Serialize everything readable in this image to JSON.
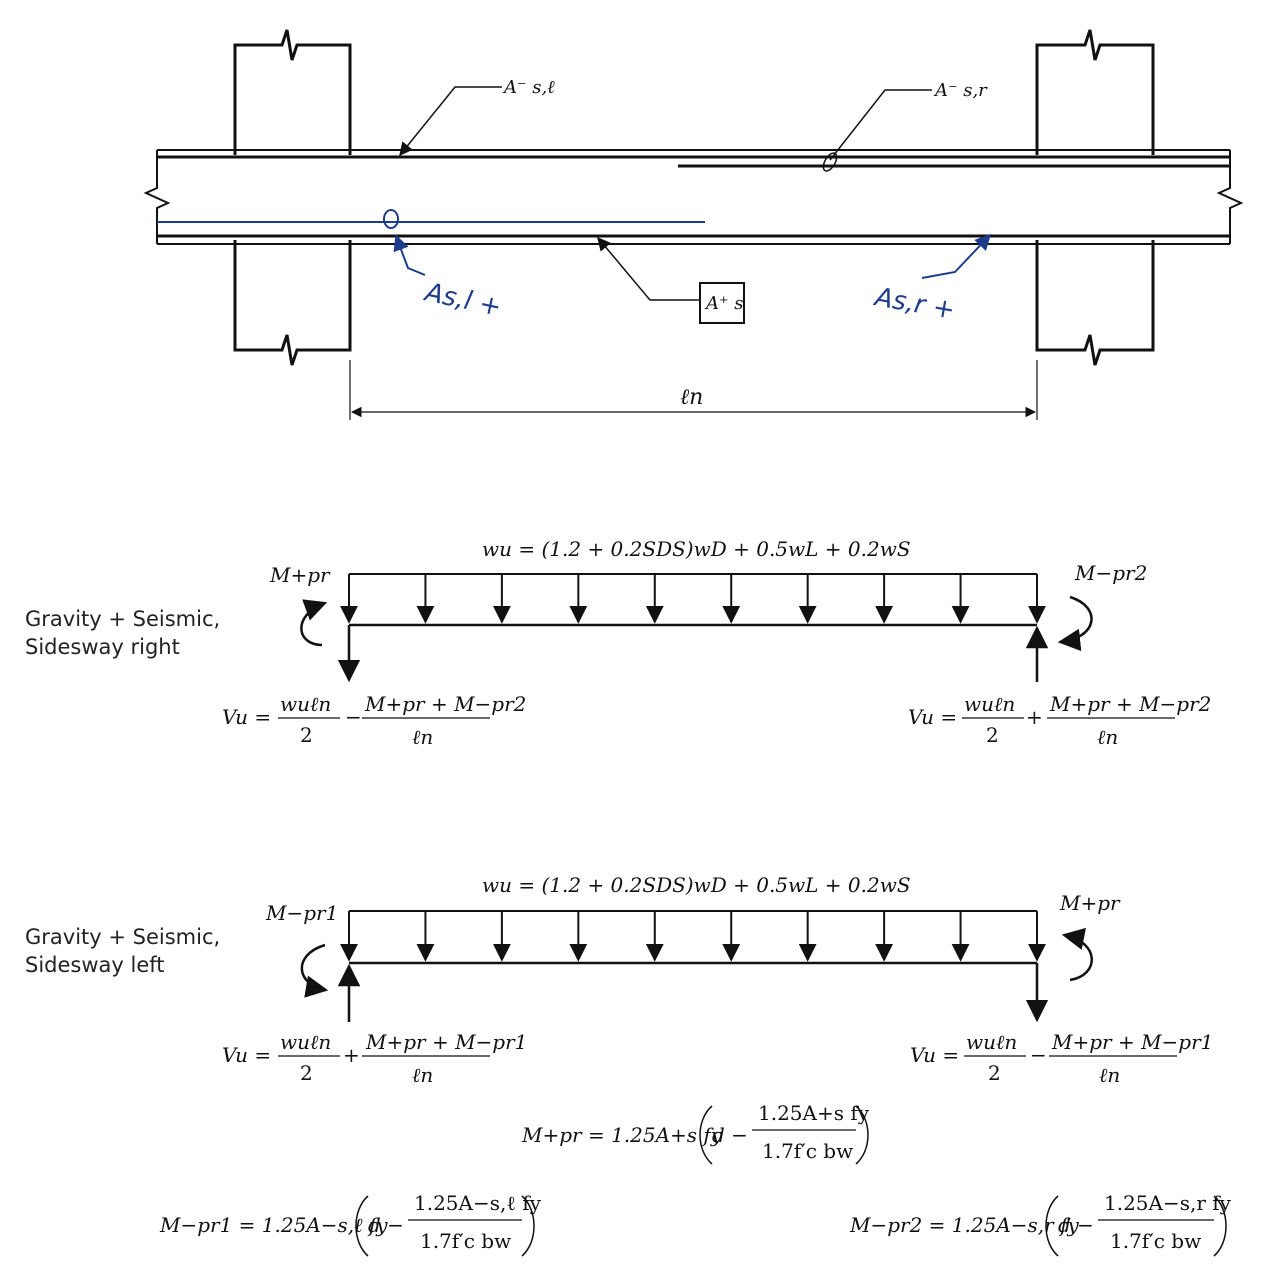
{
  "elevation": {
    "label_as_neg_left": "A⁻ s,ℓ",
    "label_as_neg_right": "A⁻ s,r",
    "label_as_pos": "A⁺ s",
    "hand_as_pos_left": "As,l +",
    "hand_as_pos_right": "As,r +",
    "clear_span": "ℓn"
  },
  "case_right": {
    "title_line1": "Gravity + Seismic,",
    "title_line2": "Sidesway right",
    "load_eq": "wu = (1.2 + 0.2SDS)wD + 0.5wL + 0.2wS",
    "moment_left": "M+pr",
    "moment_right": "M−pr2",
    "shear_left": {
      "lhs": "Vu =",
      "num1": "wuℓn",
      "den1": "2",
      "op": "−",
      "num2": "M+pr + M−pr2",
      "den2": "ℓn"
    },
    "shear_right": {
      "lhs": "Vu =",
      "num1": "wuℓn",
      "den1": "2",
      "op": "+",
      "num2": "M+pr + M−pr2",
      "den2": "ℓn"
    }
  },
  "case_left": {
    "title_line1": "Gravity + Seismic,",
    "title_line2": "Sidesway left",
    "load_eq": "wu = (1.2 + 0.2SDS)wD + 0.5wL + 0.2wS",
    "moment_left": "M−pr1",
    "moment_right": "M+pr",
    "shear_left": {
      "lhs": "Vu =",
      "num1": "wuℓn",
      "den1": "2",
      "op": "+",
      "num2": "M+pr + M−pr1",
      "den2": "ℓn"
    },
    "shear_right": {
      "lhs": "Vu =",
      "num1": "wuℓn",
      "den1": "2",
      "op": "−",
      "num2": "M+pr + M−pr1",
      "den2": "ℓn"
    }
  },
  "formulas": {
    "mpr_pos": {
      "lhs": "M+pr = 1.25A+s fy",
      "d": "d −",
      "num": "1.25A+s fy",
      "den": "1.7f′c bw"
    },
    "mpr1": {
      "lhs": "M−pr1 = 1.25A−s,ℓ fy",
      "d": "d −",
      "num": "1.25A−s,ℓ fy",
      "den": "1.7f′c bw"
    },
    "mpr2": {
      "lhs": "M−pr2 = 1.25A−s,r fy",
      "d": "d −",
      "num": "1.25A−s,r fy",
      "den": "1.7f′c bw"
    }
  },
  "colors": {
    "ink": "#111111",
    "handwriting": "#1f3c8c"
  }
}
